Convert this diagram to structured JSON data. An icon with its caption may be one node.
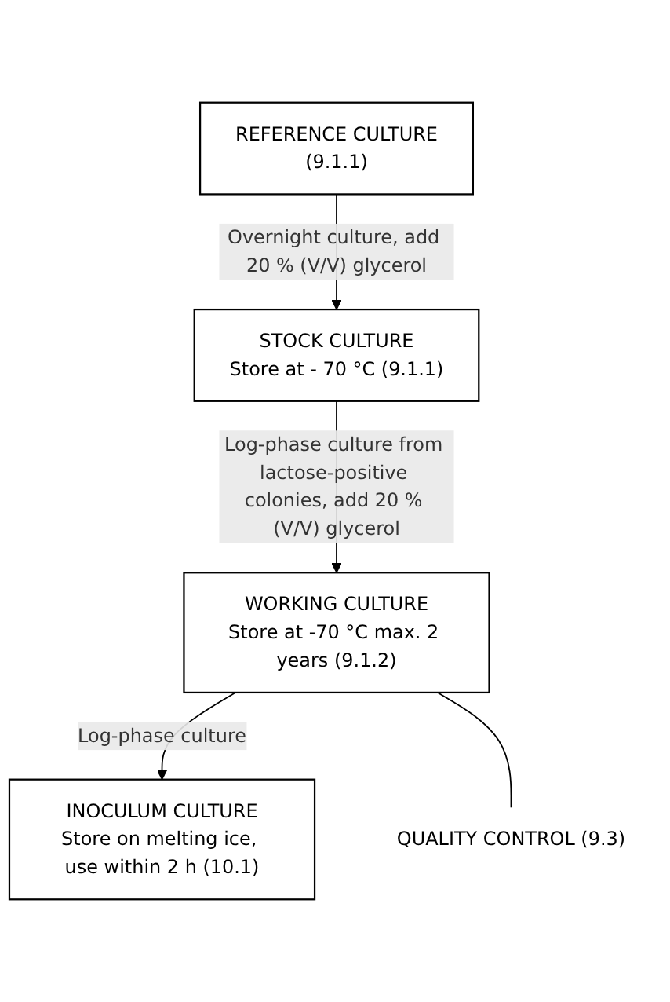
{
  "diagram": {
    "nodes": [
      {
        "text": [
          "REFERENCE CULTURE",
          "(9.1.1)"
        ]
      },
      {
        "text": [
          "STOCK CULTURE",
          "Store at - 70 °C (9.1.1)"
        ]
      },
      {
        "text": [
          "WORKING CULTURE",
          "Store at -70 °C max. 2 years (9.1.2)"
        ]
      },
      {
        "text": [
          "INOCULUM CULTURE",
          "Store on melting ice, use within 2 h (10.1)"
        ]
      },
      {
        "text": [
          "QUALITY CONTROL (9.3)"
        ]
      }
    ],
    "edges": [
      {
        "from": 0,
        "to": 1,
        "arrow": "to",
        "label": "Overnight culture, add 20 % (V/V) glycerol"
      },
      {
        "from": 1,
        "to": 2,
        "arrow": "to",
        "label": "Log-phase culture from lactose-positive colonies, add 20 % (V/V) glycerol"
      },
      {
        "from": 2,
        "to": 3,
        "arrow": "to",
        "label": "Log-phase culture"
      },
      {
        "from": 2,
        "to": 4,
        "arrow": "none"
      }
    ]
  }
}
